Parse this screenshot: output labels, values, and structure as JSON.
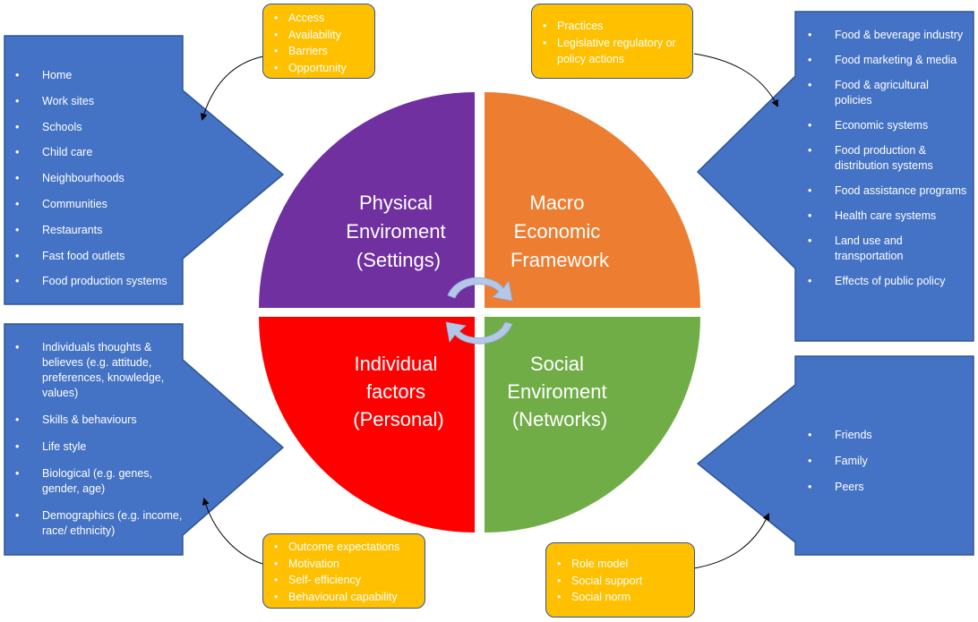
{
  "quadrants": {
    "physical": {
      "lines": [
        "Physical",
        "Enviroment",
        "(Settings)"
      ],
      "color": "#7030a0"
    },
    "macro": {
      "lines": [
        "Macro",
        "Economic",
        "Framework"
      ],
      "color": "#ed7d31"
    },
    "individual": {
      "lines": [
        "Individual",
        "factors",
        "(Personal)"
      ],
      "color": "#ff0000"
    },
    "social": {
      "lines": [
        "Social",
        "Enviroment",
        "(Networks)"
      ],
      "color": "#70ad47"
    }
  },
  "colors": {
    "arrow_fill": "#4472c4",
    "arrow_stroke": "#2f5597",
    "callout_fill": "#ffc000",
    "cycle_arrow": "#b4c7e7"
  },
  "physical_settings": [
    "Home",
    "Work sites",
    "Schools",
    "Child care",
    "Neighbourhoods",
    "Communities",
    " Restaurants",
    "Fast food outlets",
    "Food production systems"
  ],
  "individual_factors": [
    "Individuals thoughts & believes (e.g. attitude, preferences, knowledge, values)",
    "Skills & behaviours",
    "Life style",
    "Biological (e.g. genes, gender, age)",
    "Demographics (e.g. income, race/ ethnicity)"
  ],
  "macro_factors": [
    "Food & beverage industry",
    "Food marketing & media",
    "Food & agricultural policies",
    "Economic systems",
    "Food production & distribution systems",
    "Food assistance programs",
    "Health care systems",
    "Land use and transportation",
    "Effects of public policy"
  ],
  "social_factors": [
    "Friends",
    "Family",
    "Peers"
  ],
  "callouts": {
    "physical": [
      "Access",
      "Availability",
      "Barriers",
      "Opportunity"
    ],
    "macro": [
      "Practices",
      "Legislative regulatory or policy actions"
    ],
    "individual": [
      "Outcome expectations",
      "Motivation",
      "Self- efficiency",
      "Behavioural capability"
    ],
    "social": [
      "Role model",
      "Social support",
      "Social norm"
    ]
  }
}
